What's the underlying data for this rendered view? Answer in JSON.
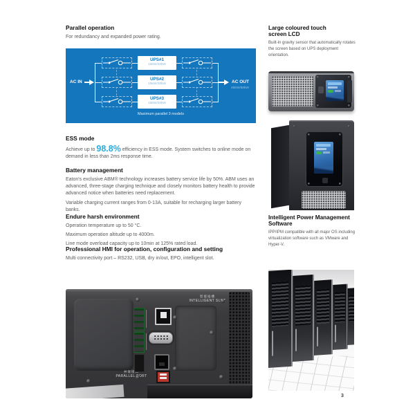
{
  "page": {
    "number": "3"
  },
  "colors": {
    "diagram_blue": "#1476BD",
    "accent_blue": "#29ABE2"
  },
  "left": {
    "parallel": {
      "title": "Parallel operation",
      "body": "For redundancy and expanded power rating.",
      "diagram": {
        "ac_in": "AC IN",
        "ac_out": "AC OUT",
        "ac_out_power": "45kW/60kW",
        "note": "Maximum parallel 3 models",
        "units": [
          {
            "name": "UPS#1",
            "power": "15kW/20kW"
          },
          {
            "name": "UPS#2",
            "power": "15kW/20kW"
          },
          {
            "name": "UPS#3",
            "power": "15kW/20kW"
          }
        ]
      }
    },
    "ess": {
      "title": "ESS mode",
      "text_before": "Achieve up to ",
      "highlight": "98.8%",
      "text_after": " efficiency in ESS mode. System switches to online mode on demand in less than 2ms response time."
    },
    "battery": {
      "title": "Battery management",
      "p1": "Eaton's exclusive ABM® technology increases battery service life by 50%. ABM uses an advanced, three-stage charging technique and closely monitors battery health to provide advanced notice when batteries need replacement.",
      "p2": "Variable charging current ranges from 0-13A, suitable for recharging larger battery banks."
    },
    "harsh": {
      "title": "Endure harsh environment",
      "lines": [
        "Operation temperature up to 50 °C.",
        "Maximum operation altitude up to 4000m.",
        "Line mode overload capacity up to 10min at 125% rated load."
      ]
    },
    "hmi": {
      "title": "Professional HMI for operation, configuration and setting",
      "body": "Multi connectivity port – RS232, USB, dry in/out, EPO, intelligent slot."
    },
    "rear_photo": {
      "intelligent_slot_cn": "智能插槽",
      "intelligent_slot_label": "INTELLIGENT SLOT",
      "parallel_port_cn": "并联接口",
      "parallel_port_label": "PARALLEL PORT"
    }
  },
  "right": {
    "lcd": {
      "title": "Large coloured touch screen LCD",
      "body": "Built-in gravity sensor that automatically rotates the screen based on UPS deployment orientation."
    },
    "ipm": {
      "title": "Intelligent Power Management Software",
      "body": "IPP/IPM compatible with all major OS including virtualization software such as VMware and Hyper-V."
    }
  }
}
